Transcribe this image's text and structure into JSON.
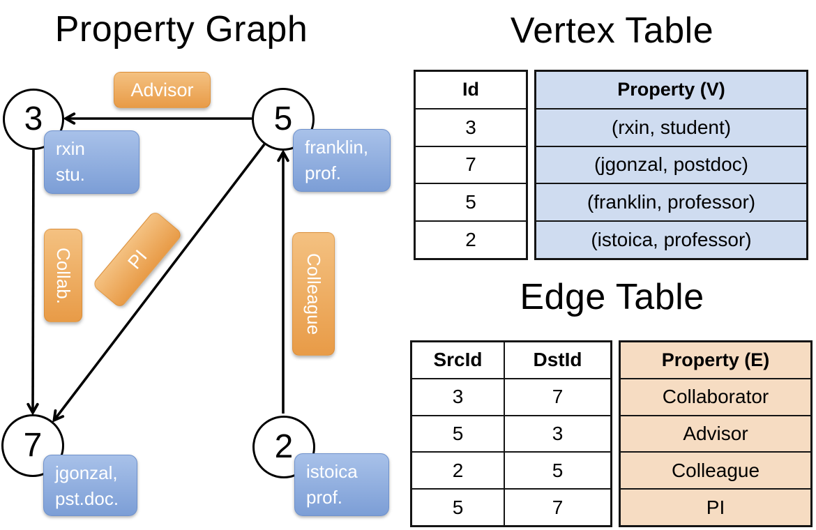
{
  "titles": {
    "graph": "Property Graph",
    "vertex": "Vertex Table",
    "edge": "Edge Table"
  },
  "graph": {
    "nodes": [
      {
        "id": "3",
        "property_lines": [
          "rxin",
          "stu."
        ]
      },
      {
        "id": "5",
        "property_lines": [
          "franklin,",
          "prof."
        ]
      },
      {
        "id": "7",
        "property_lines": [
          "jgonzal,",
          "pst.doc."
        ]
      },
      {
        "id": "2",
        "property_lines": [
          "istoica",
          "prof."
        ]
      }
    ],
    "edges": [
      {
        "src": "5",
        "dst": "3",
        "label": "Advisor"
      },
      {
        "src": "3",
        "dst": "7",
        "label": "Collab."
      },
      {
        "src": "5",
        "dst": "7",
        "label": "PI"
      },
      {
        "src": "2",
        "dst": "5",
        "label": "Colleague"
      }
    ]
  },
  "vertex_table": {
    "headers": [
      "Id",
      "Property (V)"
    ],
    "rows": [
      [
        "3",
        "(rxin, student)"
      ],
      [
        "7",
        "(jgonzal, postdoc)"
      ],
      [
        "5",
        "(franklin, professor)"
      ],
      [
        "2",
        "(istoica, professor)"
      ]
    ]
  },
  "edge_table": {
    "headers": [
      "SrcId",
      "DstId",
      "Property (E)"
    ],
    "rows": [
      [
        "3",
        "7",
        "Collaborator"
      ],
      [
        "5",
        "3",
        "Advisor"
      ],
      [
        "2",
        "5",
        "Colleague"
      ],
      [
        "5",
        "7",
        "PI"
      ]
    ]
  },
  "colors": {
    "line": "#000000",
    "node_fill": "#ffffff",
    "orange_top": "#f4c181",
    "orange_bottom": "#e89b47",
    "blue_top": "#a8c1e9",
    "blue_bottom": "#7c9ed6",
    "vertex_property_bg": "#cfdcf0",
    "edge_property_bg": "#f6dcc2"
  }
}
